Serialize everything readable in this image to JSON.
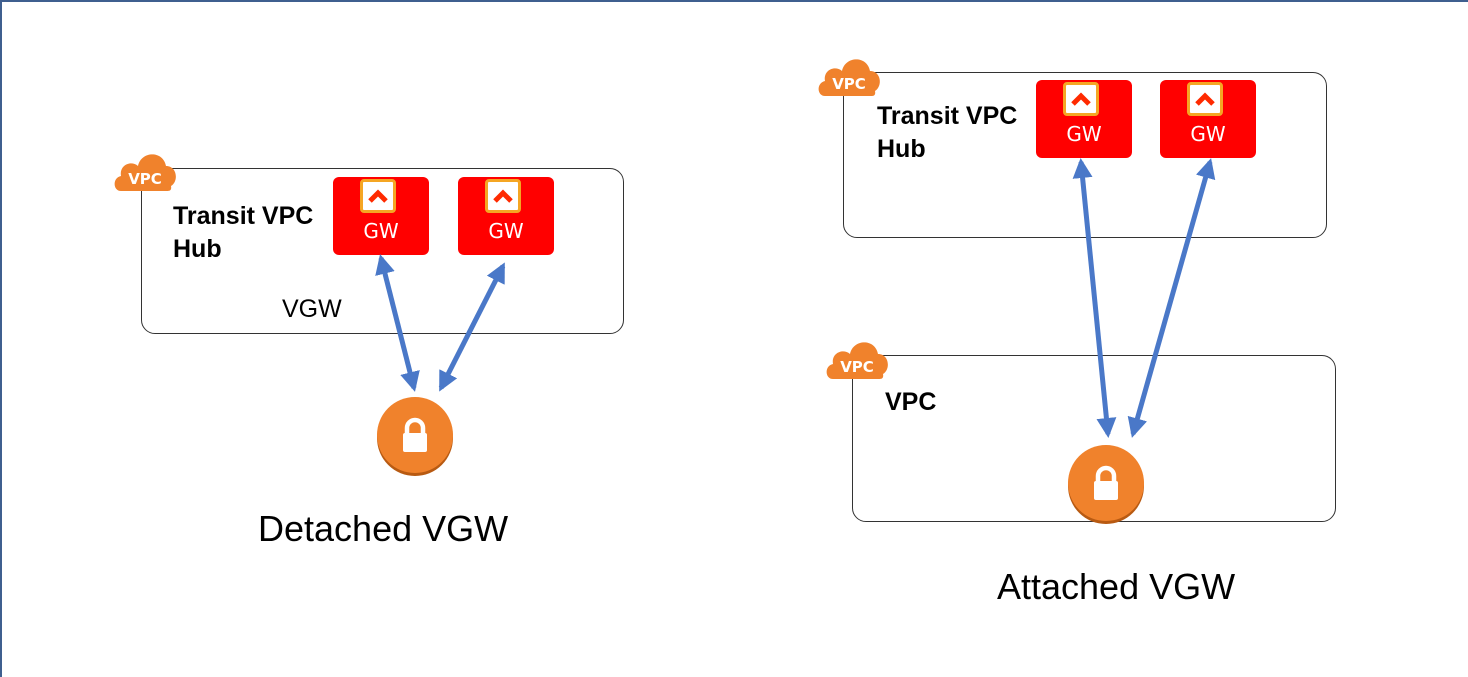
{
  "colors": {
    "frame": "#3f5f8f",
    "gateway": "#ff0000",
    "gateway_icon_border": "#f5a623",
    "cloud": "#f0822c",
    "lock": "#f0822c",
    "arrow": "#4a78c8"
  },
  "left_diagram": {
    "vpc_badge": "VPC",
    "vpc_title": "Transit VPC\nHub",
    "vgw_label": "VGW",
    "gateways": [
      {
        "label": "GW",
        "icon": "chevron-up-icon"
      },
      {
        "label": "GW",
        "icon": "chevron-up-icon"
      }
    ],
    "vgw_icon": "lock-icon",
    "caption": "Detached VGW"
  },
  "right_diagram": {
    "hub_badge": "VPC",
    "hub_title": "Transit VPC\nHub",
    "gateways": [
      {
        "label": "GW",
        "icon": "chevron-up-icon"
      },
      {
        "label": "GW",
        "icon": "chevron-up-icon"
      }
    ],
    "spoke_badge": "VPC",
    "spoke_title": "VPC",
    "vgw_icon": "lock-icon",
    "caption": "Attached VGW"
  }
}
